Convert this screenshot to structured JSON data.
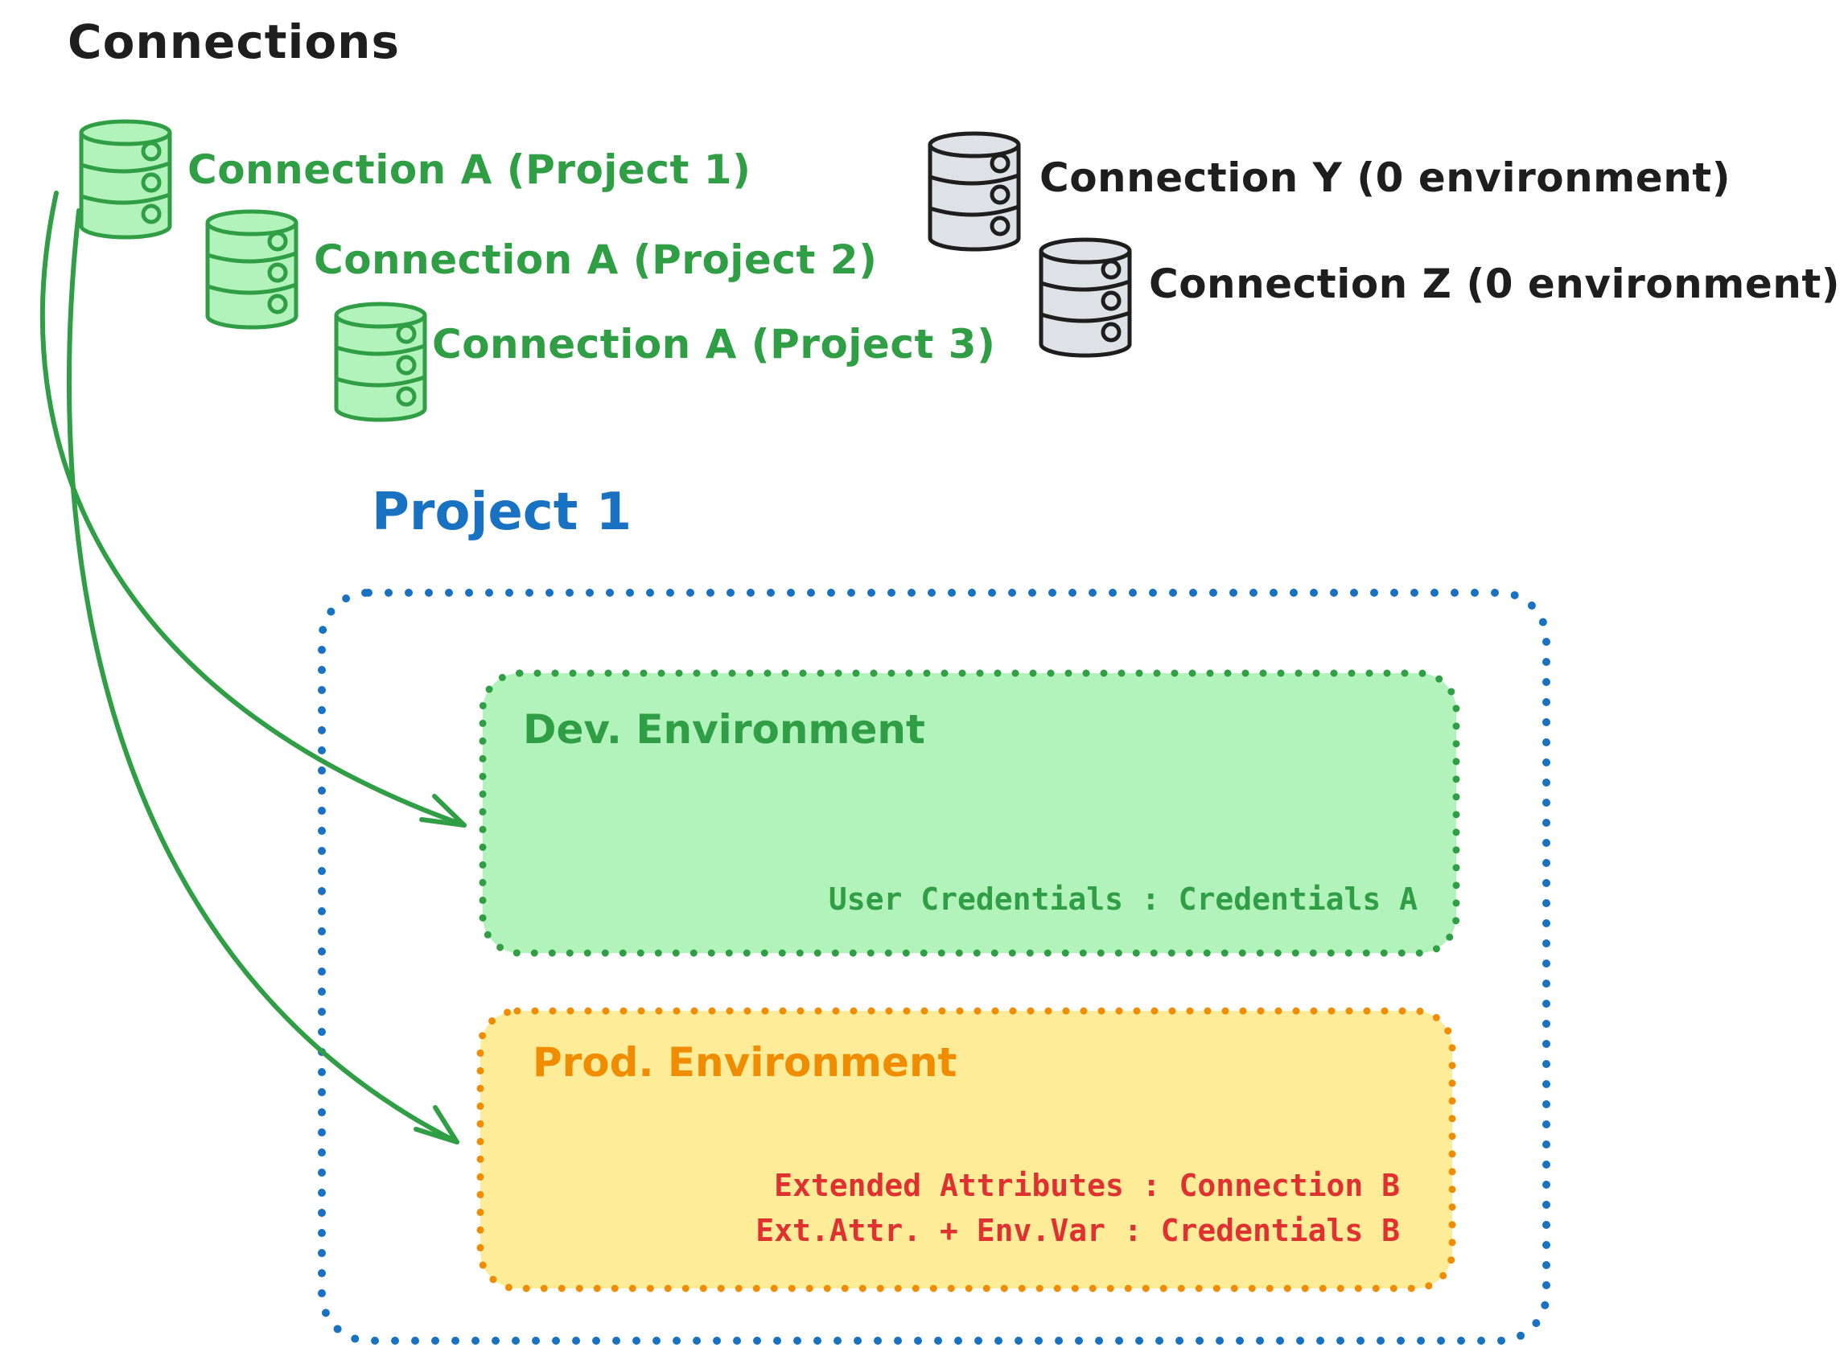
{
  "title": "Connections",
  "colors": {
    "black": "#1e1e1e",
    "green": "#2f9e44",
    "green-fill": "#b2f2bb",
    "gray-fill": "#dee2e6",
    "blue": "#1971c2",
    "orange": "#f08c00",
    "yellow-fill": "#ffec99",
    "red": "#e03131"
  },
  "green_connections": [
    {
      "label": "Connection A (Project 1)"
    },
    {
      "label": "Connection A (Project 2)"
    },
    {
      "label": "Connection A (Project 3)"
    }
  ],
  "gray_connections": [
    {
      "label": "Connection Y (0 environment)"
    },
    {
      "label": "Connection Z (0 environment)"
    }
  ],
  "project": {
    "title": "Project 1",
    "dev_environment": {
      "title": "Dev. Environment",
      "mapping": "User Credentials : Credentials A"
    },
    "prod_environment": {
      "title": "Prod. Environment",
      "mappings": [
        "Extended Attributes : Connection B",
        "Ext.Attr. + Env.Var : Credentials B"
      ]
    }
  }
}
